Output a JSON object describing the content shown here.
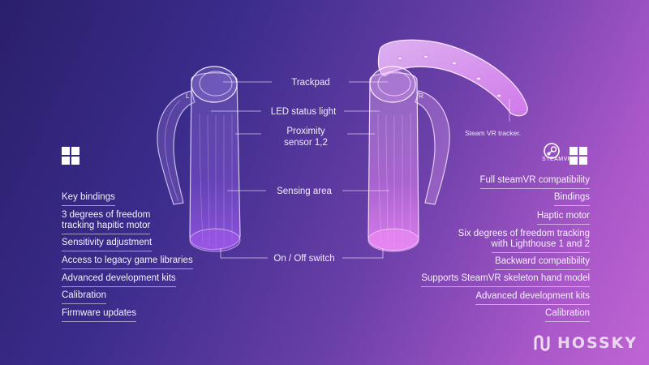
{
  "callouts": {
    "trackpad": "Trackpad",
    "led": "LED status light",
    "proximity_line1": "Proximity",
    "proximity_line2": "sensor 1,2",
    "sensing": "Sensing area",
    "switch": "On / Off switch"
  },
  "controller_marks": {
    "left": "L",
    "right": "R"
  },
  "tracker_label": "Steam VR tracker.",
  "steam_badge": "STEAMVR",
  "left_features": [
    "Key bindings",
    "3 degrees of freedom",
    "tracking hapitic motor",
    "Sensitivity adjustment",
    "Access to legacy game libraries",
    "Advanced development kits",
    "Calibration",
    "Firmware updates"
  ],
  "right_features": [
    "Full steamVR compatibility",
    "Bindings",
    "Haptic motor",
    "Six degrees of freedom tracking",
    "with Lighthouse 1 and 2",
    "Backward compatibility",
    "Supports SteamVR skeleton hand model",
    "Advanced development kits",
    "Calibration"
  ],
  "brand": "HOSSKY",
  "icons": {
    "windows_left": "windows-icon",
    "windows_right": "windows-icon",
    "steam": "steam-icon",
    "brand_logo": "hossky-logo-icon"
  }
}
